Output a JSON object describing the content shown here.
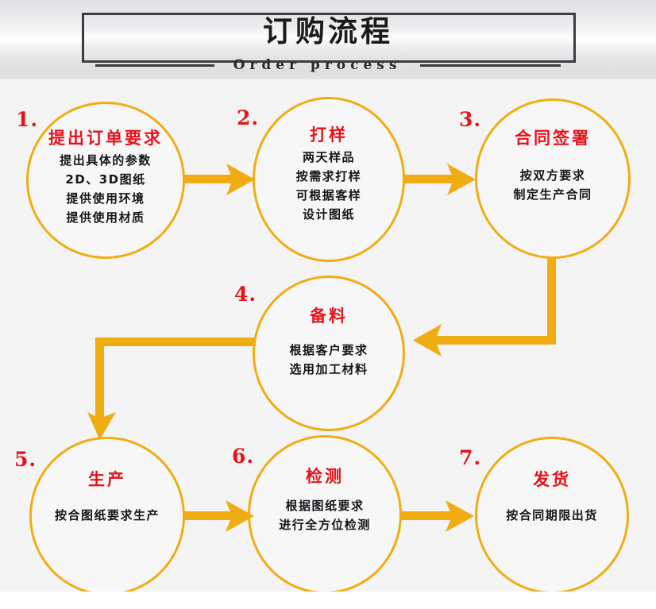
{
  "header": {
    "title_cn": "订购流程",
    "title_en": "Order process",
    "left_rule": "decorative-rule",
    "right_rule": "decorative-rule"
  },
  "colors": {
    "accent": "#f0ad13",
    "title_red": "#e8121a",
    "body_black": "#14161a",
    "border_dark": "#3b3d40",
    "canvas": "#f4f4f4"
  },
  "steps": [
    {
      "number": "1.",
      "title": "提出订单要求",
      "lines": [
        "提出具体的参数",
        "2D、3D图纸",
        "提供使用环境",
        "提供使用材质"
      ]
    },
    {
      "number": "2.",
      "title": "打样",
      "lines": [
        "两天样品",
        "按需求打样",
        "可根据客样",
        "设计图纸"
      ]
    },
    {
      "number": "3.",
      "title": "合同签署",
      "lines": [
        "按双方要求",
        "制定生产合同"
      ]
    },
    {
      "number": "4.",
      "title": "备料",
      "lines": [
        "根据客户要求",
        "选用加工材料"
      ]
    },
    {
      "number": "5.",
      "title": "生产",
      "lines": [
        "按合图纸要求生产"
      ]
    },
    {
      "number": "6.",
      "title": "检测",
      "lines": [
        "根据图纸要求",
        "进行全方位检测"
      ]
    },
    {
      "number": "7.",
      "title": "发货",
      "lines": [
        "按合同期限出货"
      ]
    }
  ],
  "connectors": [
    {
      "id": "arrow-1-to-2",
      "kind": "arrow-right"
    },
    {
      "id": "arrow-2-to-3",
      "kind": "arrow-right"
    },
    {
      "id": "elbow-3-to-4",
      "kind": "elbow-down-left"
    },
    {
      "id": "elbow-4-to-5",
      "kind": "elbow-left-down"
    },
    {
      "id": "arrow-5-to-6",
      "kind": "arrow-right"
    },
    {
      "id": "arrow-6-to-7",
      "kind": "arrow-right"
    }
  ]
}
